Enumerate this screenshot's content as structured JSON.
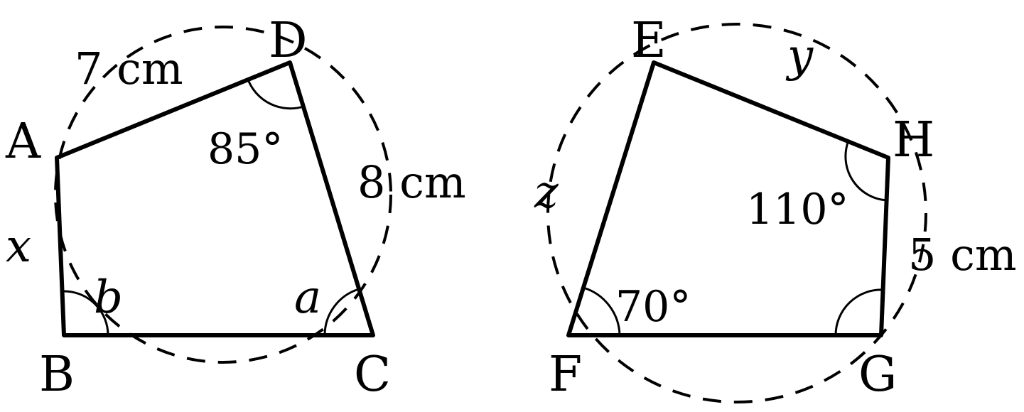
{
  "figures": [
    {
      "vertices": {
        "A": "A",
        "B": "B",
        "C": "C",
        "D": "D"
      },
      "side_lengths": {
        "AD": "7 cm",
        "DC": "8 cm"
      },
      "angle_labels": {
        "D": "85°"
      },
      "variable_labels": {
        "AB": "x",
        "B": "b",
        "C": "a"
      }
    },
    {
      "vertices": {
        "E": "E",
        "F": "F",
        "G": "G",
        "H": "H"
      },
      "side_lengths": {
        "HG": "5 cm"
      },
      "angle_labels": {
        "H": "110°",
        "F": "70°"
      },
      "variable_labels": {
        "EH": "y",
        "EF": "z"
      }
    }
  ]
}
